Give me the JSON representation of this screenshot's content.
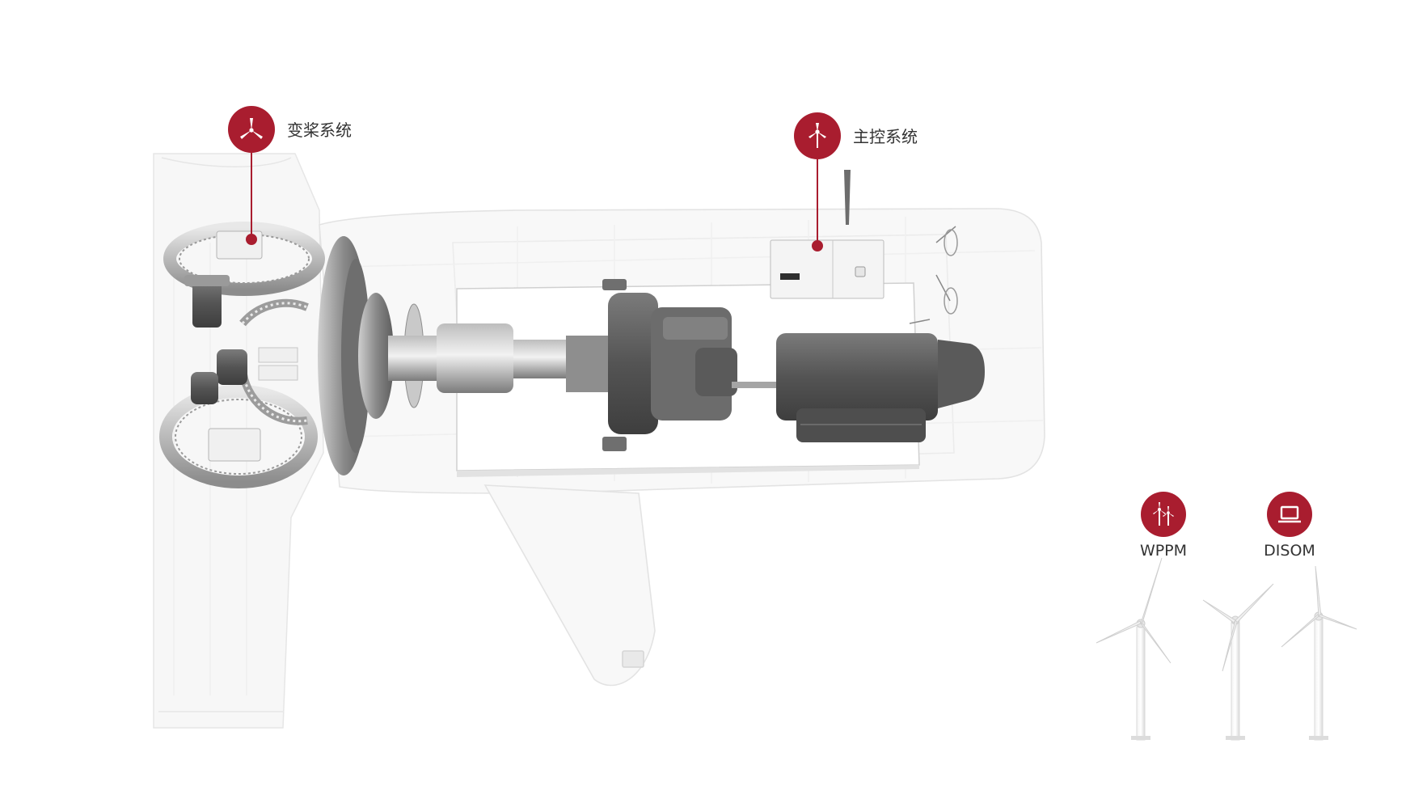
{
  "colors": {
    "accent": "#a91d2f",
    "line_light": "#e3e3e3",
    "metal_dark": "#5e5e5e",
    "metal_mid": "#8d8d8d",
    "metal_light": "#d2d2d2"
  },
  "hotspots": {
    "pitch": {
      "label": "变桨系统",
      "icon": "wind-turbine-icon"
    },
    "main_control": {
      "label": "主控系统",
      "icon": "wind-turbine-icon"
    }
  },
  "badges": {
    "wppm": {
      "label": "WPPM",
      "icon": "wind-farm-icon"
    },
    "disom": {
      "label": "DISOM",
      "icon": "laptop-icon"
    }
  }
}
